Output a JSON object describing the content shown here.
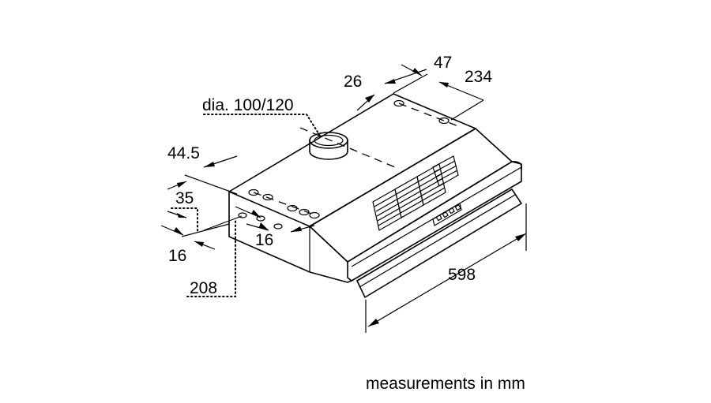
{
  "labels": {
    "dia": "dia. 100/120",
    "d26": "26",
    "d47": "47",
    "d234": "234",
    "d44_5": "44.5",
    "d35": "35",
    "d16_left": "16",
    "d16_mid": "16",
    "d208": "208",
    "d598": "598"
  },
  "footer": "measurements in mm"
}
